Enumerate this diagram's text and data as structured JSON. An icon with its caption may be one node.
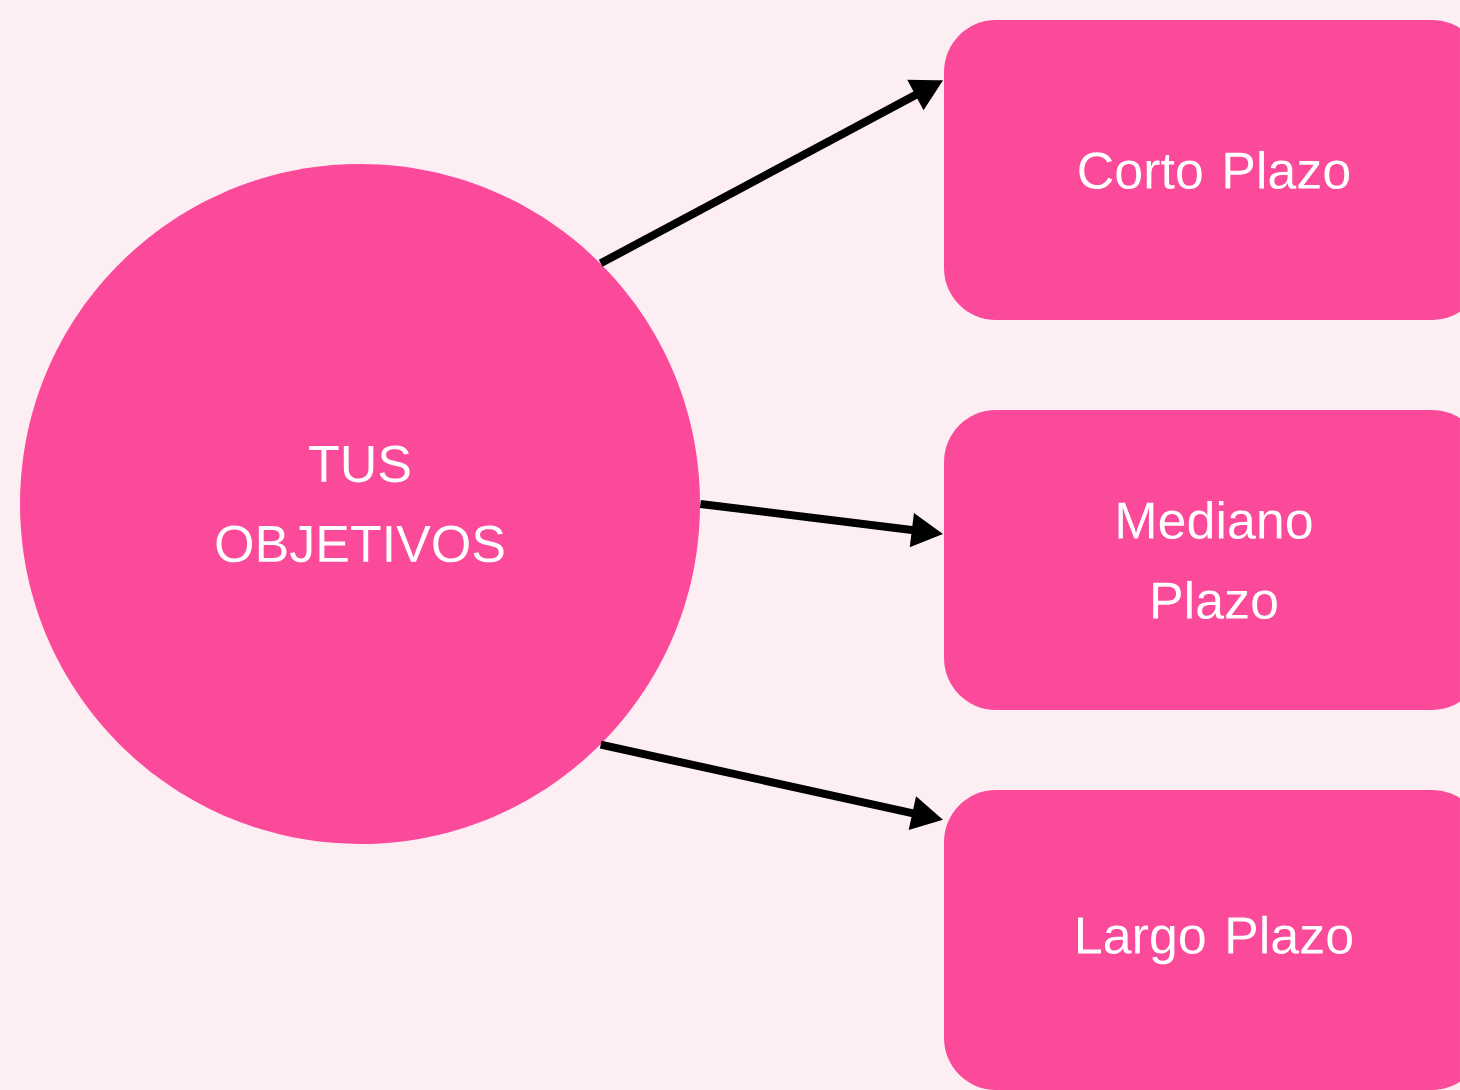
{
  "diagram": {
    "nodes": [
      {
        "text": [
          "TUS OBJETIVOS"
        ]
      },
      {
        "text": [
          "Corto Plazo"
        ]
      },
      {
        "text": [
          "Mediano Plazo"
        ]
      },
      {
        "text": [
          "Largo Plazo"
        ]
      }
    ],
    "edges": [
      {
        "from": 0,
        "to": 1,
        "arrow": "to"
      },
      {
        "from": 0,
        "to": 2,
        "arrow": "to"
      },
      {
        "from": 0,
        "to": 3,
        "arrow": "to"
      }
    ]
  }
}
